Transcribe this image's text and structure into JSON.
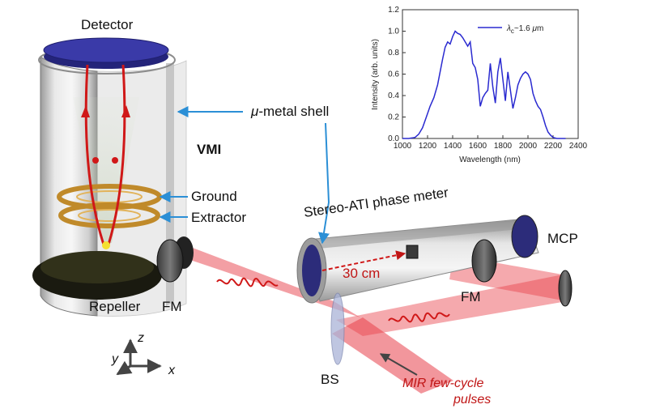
{
  "labels": {
    "detector": "Detector",
    "mu_metal_prefix": "μ",
    "mu_metal_rest": "-metal shell",
    "vmi": "VMI",
    "ground": "Ground",
    "extractor": "Extractor",
    "repeller": "Repeller",
    "fm_left": "FM",
    "fm_right": "FM",
    "stereo_ati": "Stereo-ATI phase meter",
    "distance": "30 cm",
    "mcp": "MCP",
    "bs": "BS",
    "pulses_line1": "MIR few-cycle",
    "pulses_line2": "pulses",
    "axis_z": "z",
    "axis_y": "y",
    "axis_x": "x"
  },
  "colors": {
    "beam": "#e8404a",
    "trajectory": "#d01818",
    "pointer_arrow": "#2b8fd6",
    "detector_disk": "#3a3aa8",
    "spectrum_line": "#2a2ad0",
    "pulses_text": "#c01515"
  },
  "chart_data": {
    "type": "line",
    "xlabel": "Wavelength (nm)",
    "ylabel": "Intensity (arb. units)",
    "xlim": [
      1000,
      2400
    ],
    "ylim": [
      0,
      1.2
    ],
    "xticks": [
      1000,
      1200,
      1400,
      1600,
      1800,
      2000,
      2200,
      2400
    ],
    "yticks": [
      0.0,
      0.2,
      0.4,
      0.6,
      0.8,
      1.0,
      1.2
    ],
    "ytick_labels": [
      "0.0",
      "0.2",
      "0.4",
      "0.6",
      "0.8",
      "1.0",
      "1.2"
    ],
    "legend_placement": "top-right",
    "legend_main": "λ",
    "legend_sub": "c",
    "legend_rest": "~1.6 ",
    "legend_mu": "μ",
    "legend_unit": "m",
    "series": [
      {
        "x": [
          1000,
          1050,
          1100,
          1130,
          1160,
          1190,
          1220,
          1250,
          1280,
          1300,
          1320,
          1340,
          1360,
          1380,
          1400,
          1420,
          1440,
          1460,
          1480,
          1500,
          1520,
          1540,
          1560,
          1580,
          1600,
          1620,
          1640,
          1660,
          1680,
          1700,
          1720,
          1740,
          1760,
          1780,
          1800,
          1820,
          1840,
          1860,
          1880,
          1900,
          1920,
          1940,
          1960,
          1980,
          2000,
          2020,
          2040,
          2060,
          2080,
          2100,
          2120,
          2140,
          2160,
          2180,
          2200,
          2230,
          2260,
          2300
        ],
        "y": [
          0.0,
          0.0,
          0.01,
          0.04,
          0.1,
          0.2,
          0.3,
          0.38,
          0.5,
          0.62,
          0.74,
          0.85,
          0.9,
          0.88,
          0.95,
          1.0,
          0.98,
          0.97,
          0.94,
          0.9,
          0.86,
          0.9,
          0.7,
          0.66,
          0.55,
          0.3,
          0.38,
          0.42,
          0.45,
          0.7,
          0.48,
          0.33,
          0.62,
          0.75,
          0.55,
          0.35,
          0.62,
          0.45,
          0.28,
          0.38,
          0.5,
          0.56,
          0.6,
          0.62,
          0.6,
          0.55,
          0.42,
          0.35,
          0.3,
          0.27,
          0.2,
          0.12,
          0.06,
          0.03,
          0.01,
          0.0,
          0.0,
          0.0
        ]
      }
    ]
  }
}
